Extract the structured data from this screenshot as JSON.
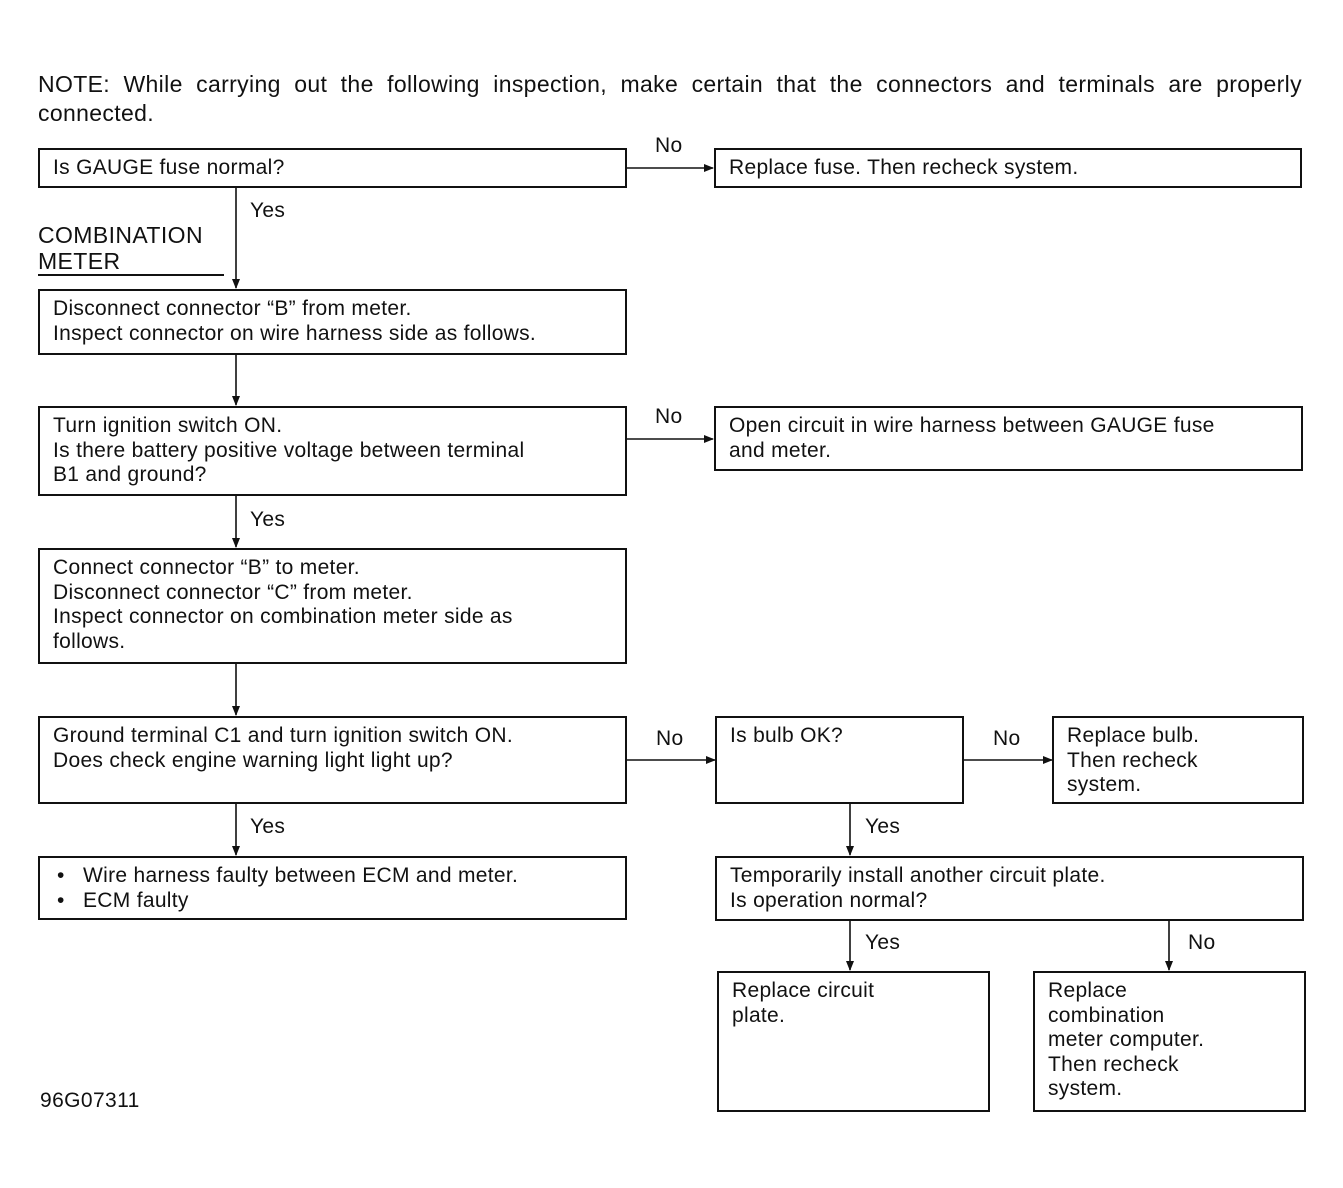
{
  "note": "NOTE:  While carrying out the following inspection, make certain that the connectors and terminals are properly connected.",
  "section_label": [
    "COMBINATION",
    "METER"
  ],
  "figure_code": "96G07311",
  "boxes": {
    "gauge_fuse": [
      "Is GAUGE fuse normal?"
    ],
    "replace_fuse": [
      "Replace fuse. Then recheck system."
    ],
    "disconnect_b": [
      "Disconnect connector “B” from meter.",
      "Inspect connector on wire harness side as follows."
    ],
    "turn_ignition": [
      "Turn ignition switch ON.",
      "Is there battery positive voltage between terminal",
      "B1 and ground?"
    ],
    "open_circuit": [
      "Open circuit in wire harness between GAUGE fuse",
      "and meter."
    ],
    "connect_b": [
      "Connect connector “B” to meter.",
      "Disconnect connector “C” from meter.",
      "Inspect connector on combination meter side as",
      "follows."
    ],
    "ground_c1": [
      "Ground terminal C1 and turn ignition switch ON.",
      "Does check engine warning light light up?"
    ],
    "bulb_ok": [
      "Is bulb OK?"
    ],
    "replace_bulb": [
      "Replace bulb.",
      "Then recheck",
      "system."
    ],
    "harness_faulty": [
      "Wire harness faulty between ECM and meter.",
      "ECM faulty"
    ],
    "circuit_plate": [
      "Temporarily install another circuit plate.",
      "Is operation normal?"
    ],
    "replace_plate": [
      "Replace circuit",
      "plate."
    ],
    "replace_computer": [
      "Replace",
      "combination",
      "meter computer.",
      "Then recheck",
      "system."
    ]
  },
  "labels": {
    "no": "No",
    "yes": "Yes"
  }
}
